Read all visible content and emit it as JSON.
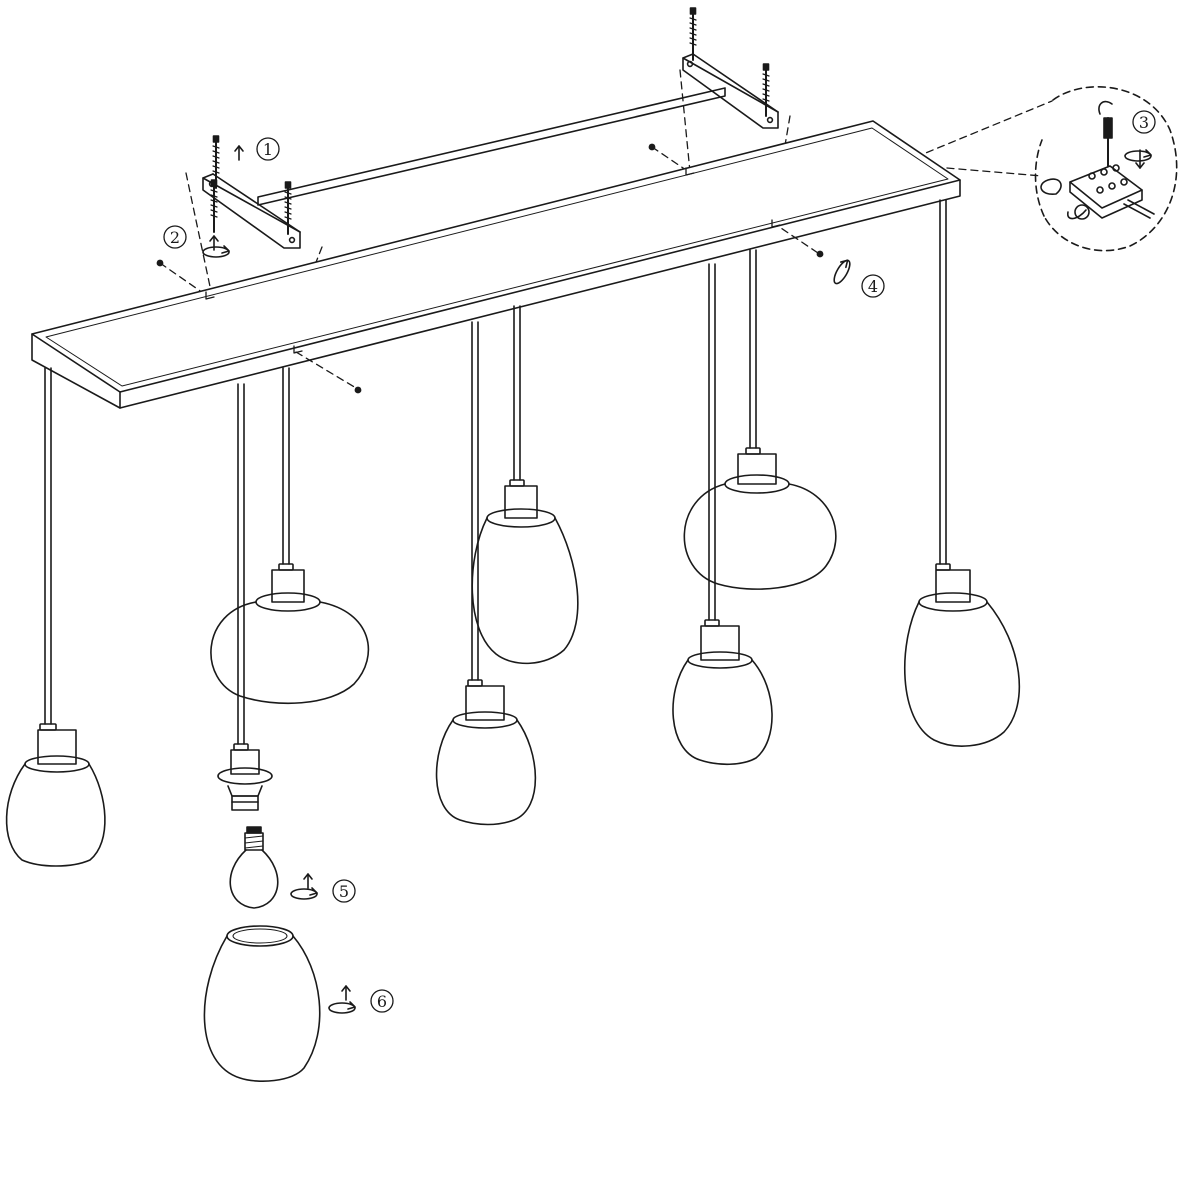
{
  "diagram": {
    "steps": [
      {
        "label": "1"
      },
      {
        "label": "2"
      },
      {
        "label": "3"
      },
      {
        "label": "4"
      },
      {
        "label": "5"
      },
      {
        "label": "6"
      }
    ],
    "colors": {
      "line": "#1a1a1a",
      "background": "#ffffff"
    },
    "icons": [
      "screw-icon",
      "arrow-up-icon",
      "arrow-down-icon",
      "rotate-icon",
      "bulb-icon",
      "terminal-block-icon"
    ]
  }
}
